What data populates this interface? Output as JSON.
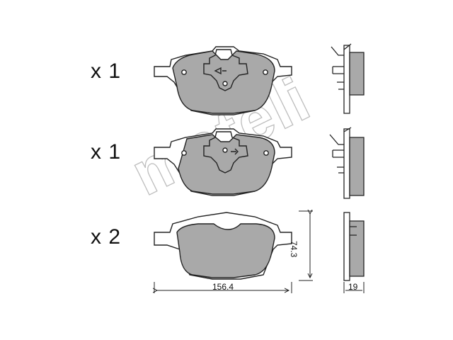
{
  "watermark": "meteli",
  "quantities": [
    {
      "label": "x 1"
    },
    {
      "label": "x 1"
    },
    {
      "label": "x 2"
    }
  ],
  "dimensions": {
    "width": "156.4",
    "height": "74.3",
    "thickness": "19"
  },
  "colors": {
    "pad_fill": "#a9a9a9",
    "line": "#222222"
  }
}
